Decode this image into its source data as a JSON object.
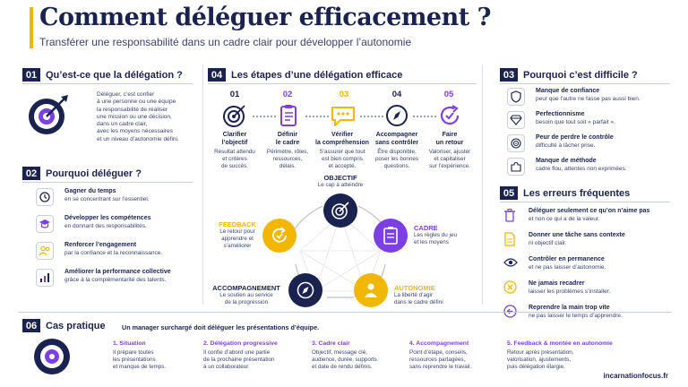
{
  "header": {
    "title": "Comment déléguer efficacement ?",
    "subtitle": "Transférer une responsabilité dans un cadre clair pour développer l’autonomie"
  },
  "s01": {
    "num": "01",
    "title": "Qu’est-ce que la délégation ?",
    "text": [
      "Déléguer, c’est confier",
      "à une personne ou une équipe",
      "la responsabilité de réaliser",
      "une mission ou une décision,",
      "dans un cadre clair,",
      "avec les moyens nécessaires",
      "et un niveau d’autonomie défini."
    ]
  },
  "s02": {
    "num": "02",
    "title": "Pourquoi déléguer ?",
    "items": [
      {
        "title": "Gagner du temps",
        "desc": "en se concentrant sur l’essentiel.",
        "icon": "clock-icon"
      },
      {
        "title": "Développer les compétences",
        "desc": "en donnant des responsabilités.",
        "icon": "graduation-cap-icon"
      },
      {
        "title": "Renforcer l’engagement",
        "desc": "par la confiance et la reconnaissance.",
        "icon": "people-icon"
      },
      {
        "title": "Améliorer la performance collective",
        "desc": "grâce à la complémentarité des talents.",
        "icon": "chart-icon"
      }
    ]
  },
  "s04": {
    "num": "04",
    "title": "Les étapes d’une délégation efficace",
    "steps": [
      {
        "n": "01",
        "title": [
          "Clarifier",
          "l’objectif"
        ],
        "desc": [
          "Résultat attendu",
          "et critères",
          "de succès."
        ],
        "color": "#1a2350"
      },
      {
        "n": "02",
        "title": [
          "Définir",
          "le cadre"
        ],
        "desc": [
          "Périmètre, rôles,",
          "ressources,",
          "délais."
        ],
        "color": "#7b3fe4"
      },
      {
        "n": "03",
        "title": [
          "Vérifier",
          "la compréhension"
        ],
        "desc": [
          "S’assurer que tout",
          "est bien compris",
          "et accepté."
        ],
        "color": "#f2b705"
      },
      {
        "n": "04",
        "title": [
          "Accompagner",
          "sans contrôler"
        ],
        "desc": [
          "Être disponible,",
          "poser les bonnes",
          "questions."
        ],
        "color": "#1a2350"
      },
      {
        "n": "05",
        "title": [
          "Faire",
          "un retour"
        ],
        "desc": [
          "Valoriser, ajuster",
          "et capitaliser",
          "sur l’expérience."
        ],
        "color": "#7b3fe4"
      }
    ],
    "cycle": {
      "objectif": {
        "label": "OBJECTIF",
        "desc": "Le cap à atteindre"
      },
      "cadre": {
        "label": "CADRE",
        "desc": [
          "Les règles du jeu",
          "et les moyens"
        ]
      },
      "autonomie": {
        "label": "AUTONOMIE",
        "desc": [
          "La liberté d’agir",
          "dans le cadre défini"
        ]
      },
      "accompagnement": {
        "label": "ACCOMPAGNEMENT",
        "desc": [
          "Le soutien au service",
          "de la progression"
        ]
      },
      "feedback": {
        "label": "FEEDBACK",
        "desc": [
          "Le retour pour",
          "apprendre et",
          "s’améliorer"
        ]
      }
    }
  },
  "s03": {
    "num": "03",
    "title": "Pourquoi c’est difficile ?",
    "items": [
      {
        "title": "Manque de confiance",
        "desc": "peur que l’autre ne fasse pas aussi bien.",
        "icon": "shield-icon"
      },
      {
        "title": "Perfectionnisme",
        "desc": "besoin que tout soit « parfait ».",
        "icon": "diamond-icon"
      },
      {
        "title": "Peur de perdre le contrôle",
        "desc": "difficulté à lâcher prise.",
        "icon": "target-icon"
      },
      {
        "title": "Manque de méthode",
        "desc": "cadre flou, attentes non exprimées.",
        "icon": "puzzle-icon"
      }
    ]
  },
  "s05": {
    "num": "05",
    "title": "Les erreurs fréquentes",
    "items": [
      {
        "title": "Déléguer seulement ce qu’on n’aime pas",
        "desc": "et non ce qui a de la valeur.",
        "icon": "trash-icon"
      },
      {
        "title": "Donner une tâche sans contexte",
        "desc": "ni objectif clair.",
        "icon": "document-icon"
      },
      {
        "title": "Contrôler en permanence",
        "desc": "et ne pas laisser d’autonomie.",
        "icon": "eye-icon"
      },
      {
        "title": "Ne jamais recadrer",
        "desc": "laisser les problèmes s’installer.",
        "icon": "x-circle-icon"
      },
      {
        "title": "Reprendre la main trop vite",
        "desc": "ne pas laisser le temps d’apprendre.",
        "icon": "arrow-back-icon"
      }
    ]
  },
  "s06": {
    "num": "06",
    "title": "Cas pratique",
    "intro": "Un manager surchargé doit déléguer les présentations d’équipe.",
    "steps": [
      {
        "title": "1. Situation",
        "desc": [
          "Il prépare toutes",
          "les présentations",
          "et manque de temps."
        ]
      },
      {
        "title": "2. Délégation progressive",
        "desc": [
          "Il confie d’abord une partie",
          "de la prochaine présentation",
          "à un collaborateur."
        ]
      },
      {
        "title": "3. Cadre clair",
        "desc": [
          "Objectif, message clé,",
          "audience, durée, supports",
          "et date de rendu définis."
        ]
      },
      {
        "title": "4. Accompagnement",
        "desc": [
          "Point d’étape, conseils,",
          "ressources partagées,",
          "sans reprendre le travail."
        ]
      },
      {
        "title": "5. Feedback & montée en autonomie",
        "desc": [
          "Retour après présentation,",
          "valorisation, ajustements,",
          "puis délégation élargie."
        ]
      }
    ]
  },
  "footer": "incarnationfocus.fr",
  "colors": {
    "navy": "#1a2350",
    "purple": "#7b3fe4",
    "yellow": "#f2b705"
  }
}
